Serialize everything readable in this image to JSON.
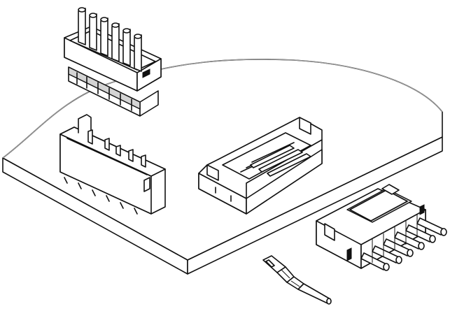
{
  "figure": {
    "components": [
      {
        "name": "pcb-board"
      },
      {
        "name": "crimp-housing-with-wires",
        "pins": 6
      },
      {
        "name": "vertical-pcb-header",
        "pins": 6
      },
      {
        "name": "right-angle-pcb-header",
        "pins": 6
      },
      {
        "name": "cable-plug-housing",
        "pins": 5
      },
      {
        "name": "crimp-terminal"
      }
    ],
    "colors": {
      "line": "#111111",
      "board-outline": "#9a9a9a",
      "shade": "#d4d4d4",
      "background": "#ffffff"
    }
  }
}
